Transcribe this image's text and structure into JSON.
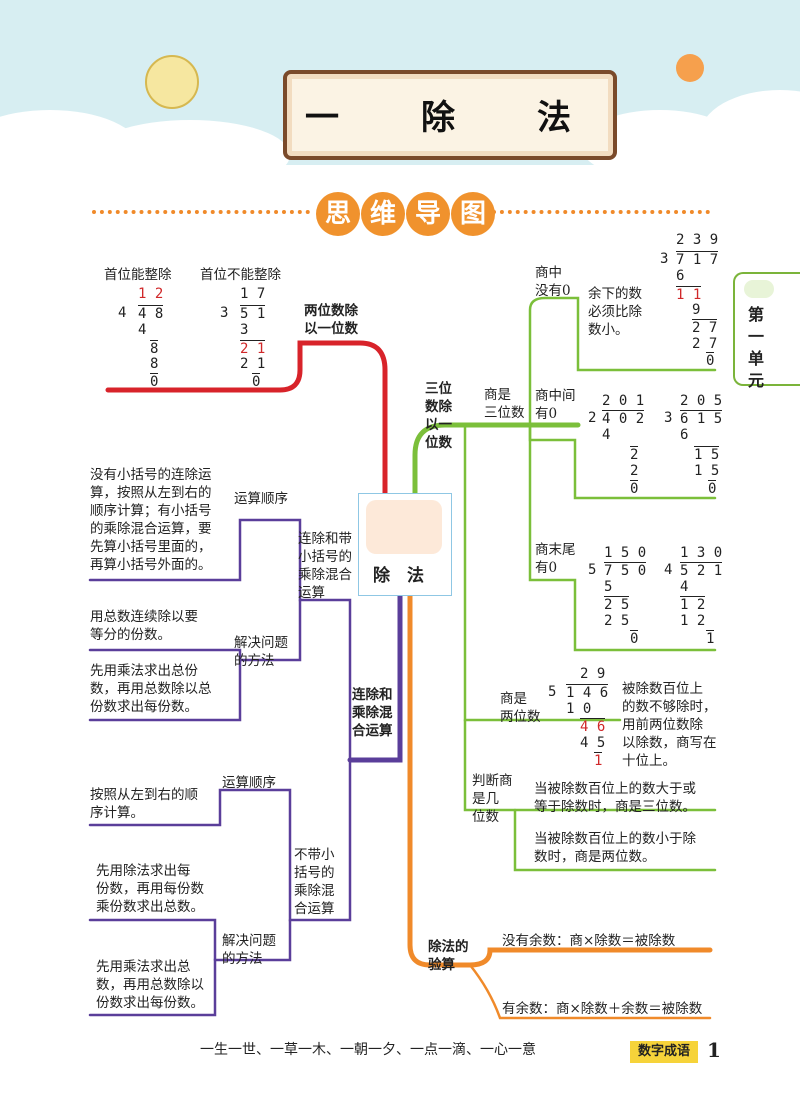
{
  "title": "一　除　法",
  "subtitle_chars": [
    "思",
    "维",
    "导",
    "图"
  ],
  "unit_tab": "第一单元",
  "center": {
    "label": "除　法"
  },
  "branches": {
    "two_digit": {
      "label": "两位数除\n以一位数",
      "first_div_label": "首位能整除",
      "first_not_div_label": "首位不能整除",
      "calc1": {
        "quotient": "1 2",
        "divisor": "4",
        "dividend": "4 8",
        "lines": [
          "4",
          "8",
          "8",
          "0"
        ]
      },
      "calc2": {
        "quotient": "1 7",
        "divisor": "3",
        "dividend": "5 1",
        "lines": [
          "3",
          "2 1",
          "2 1",
          "0"
        ]
      }
    },
    "three_digit": {
      "label": "三位\n数除\n以一\n位数",
      "quotient_three": "商是\n三位数",
      "zero_middle": "商中\n没有0",
      "zero_mid2": "商中间\n有0",
      "zero_end": "商末尾\n有0",
      "remainder_note": "余下的数\n必须比除\n数小。",
      "calc_a": {
        "quotient": "2 3 9",
        "divisor": "3",
        "dividend": "7 1 7",
        "lines": [
          "6",
          "1 1",
          "9",
          "2 7",
          "2 7",
          "0"
        ]
      },
      "calc_b": {
        "quotient": "2 0 1",
        "divisor": "2",
        "dividend": "4 0 2",
        "lines": [
          "4",
          "2",
          "2",
          "0"
        ]
      },
      "calc_c": {
        "quotient": "2 0 5",
        "divisor": "3",
        "dividend": "6 1 5",
        "lines": [
          "6",
          "1 5",
          "1 5",
          "0"
        ]
      },
      "calc_d": {
        "quotient": "1 5 0",
        "divisor": "5",
        "dividend": "7 5 0",
        "lines": [
          "5",
          "2 5",
          "2 5",
          "0"
        ]
      },
      "calc_e": {
        "quotient": "1 3 0",
        "divisor": "4",
        "dividend": "5 2 1",
        "lines": [
          "4",
          "1 2",
          "1 2",
          "1"
        ]
      },
      "two_digit_quotient": "商是\n两位数",
      "calc_f": {
        "quotient": "2 9",
        "divisor": "5",
        "dividend": "1 4 6",
        "lines": [
          "1 0",
          "4 6",
          "4 5",
          "1"
        ]
      },
      "two_digit_note": "被除数百位上\n的数不够除时，\n用前两位数除\n以除数，商写在\n十位上。",
      "judge": "判断商\n是几\n位数",
      "judge_a": "当被除数百位上的数大于或\n等于除数时，商是三位数。",
      "judge_b": "当被除数百位上的数小于除\n数时，商是两位数。"
    },
    "check": {
      "label": "除法的\n验算",
      "no_remainder": "没有余数：商×除数＝被除数",
      "with_remainder": "有余数：商×除数＋余数＝被除数"
    },
    "bracket": {
      "label": "连除和带\n小括号的\n乘除混合\n运算",
      "order": "运算顺序",
      "order_text": "没有小括号的连除运\n算，按照从左到右的\n顺序计算；有小括号\n的乘除混合运算，要\n先算小括号里面的，\n再算小括号外面的。",
      "solve": "解决问题\n的方法",
      "solve_a": "用总数连续除以要\n等分的份数。",
      "solve_b": "先用乘法求出总份\n数，再用总数除以总\n份数求出每份数。"
    },
    "mixed": {
      "label": "连除和\n乘除混\n合运算"
    },
    "nobracket": {
      "label": "不带小\n括号的\n乘除混\n合运算",
      "order": "运算顺序",
      "order_text": "按照从左到右的顺\n序计算。",
      "solve": "解决问题\n的方法",
      "solve_a": "先用除法求出每\n份数，再用每份数\n乘份数求出总数。",
      "solve_b": "先用乘法求出总\n数，再用总数除以\n份数求出每份数。"
    }
  },
  "footer": {
    "idioms": "一生一世、一草一木、一朝一夕、一点一滴、一心一意",
    "badge": "数字成语",
    "page": "1"
  },
  "colors": {
    "red": "#d8232a",
    "green": "#7bbf3a",
    "purple": "#5a3e9a",
    "orange": "#f08a2a",
    "blue": "#8fc7e4"
  }
}
